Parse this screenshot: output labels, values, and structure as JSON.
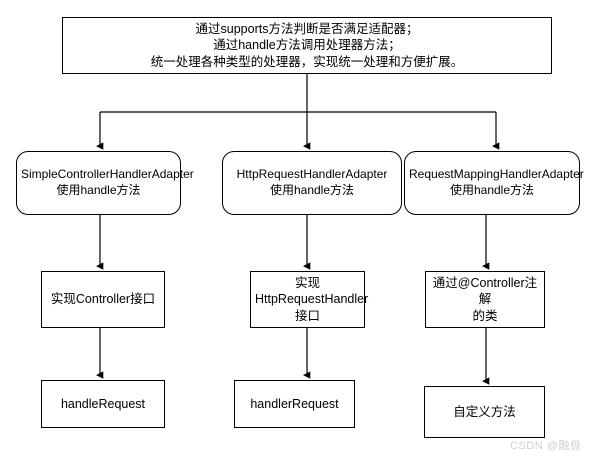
{
  "diagram": {
    "summary_box": {
      "text": "通过supports方法判断是否满足适配器；\n通过handle方法调用处理器方法；\n统一处理各种类型的处理器，实现统一处理和方便扩展。"
    },
    "columns": [
      {
        "adapter": "SimpleControllerHandlerAdapter\n使用handle方法",
        "implementation": "实现Controller接口",
        "method": "handleRequest"
      },
      {
        "adapter": "HttpRequestHandlerAdapter\n使用handle方法",
        "implementation": "实现\nHttpRequestHandler\n接口",
        "method": "handlerRequest"
      },
      {
        "adapter": "RequestMappingHandlerAdapter\n使用handle方法",
        "implementation": "通过@Controller注解\n的类",
        "method": "自定义方法"
      }
    ]
  },
  "watermark": {
    "text": "CSDN @融极",
    "color": "#d0d0d0"
  },
  "colors": {
    "stroke": "#000000",
    "background": "#ffffff",
    "text": "#000000"
  }
}
